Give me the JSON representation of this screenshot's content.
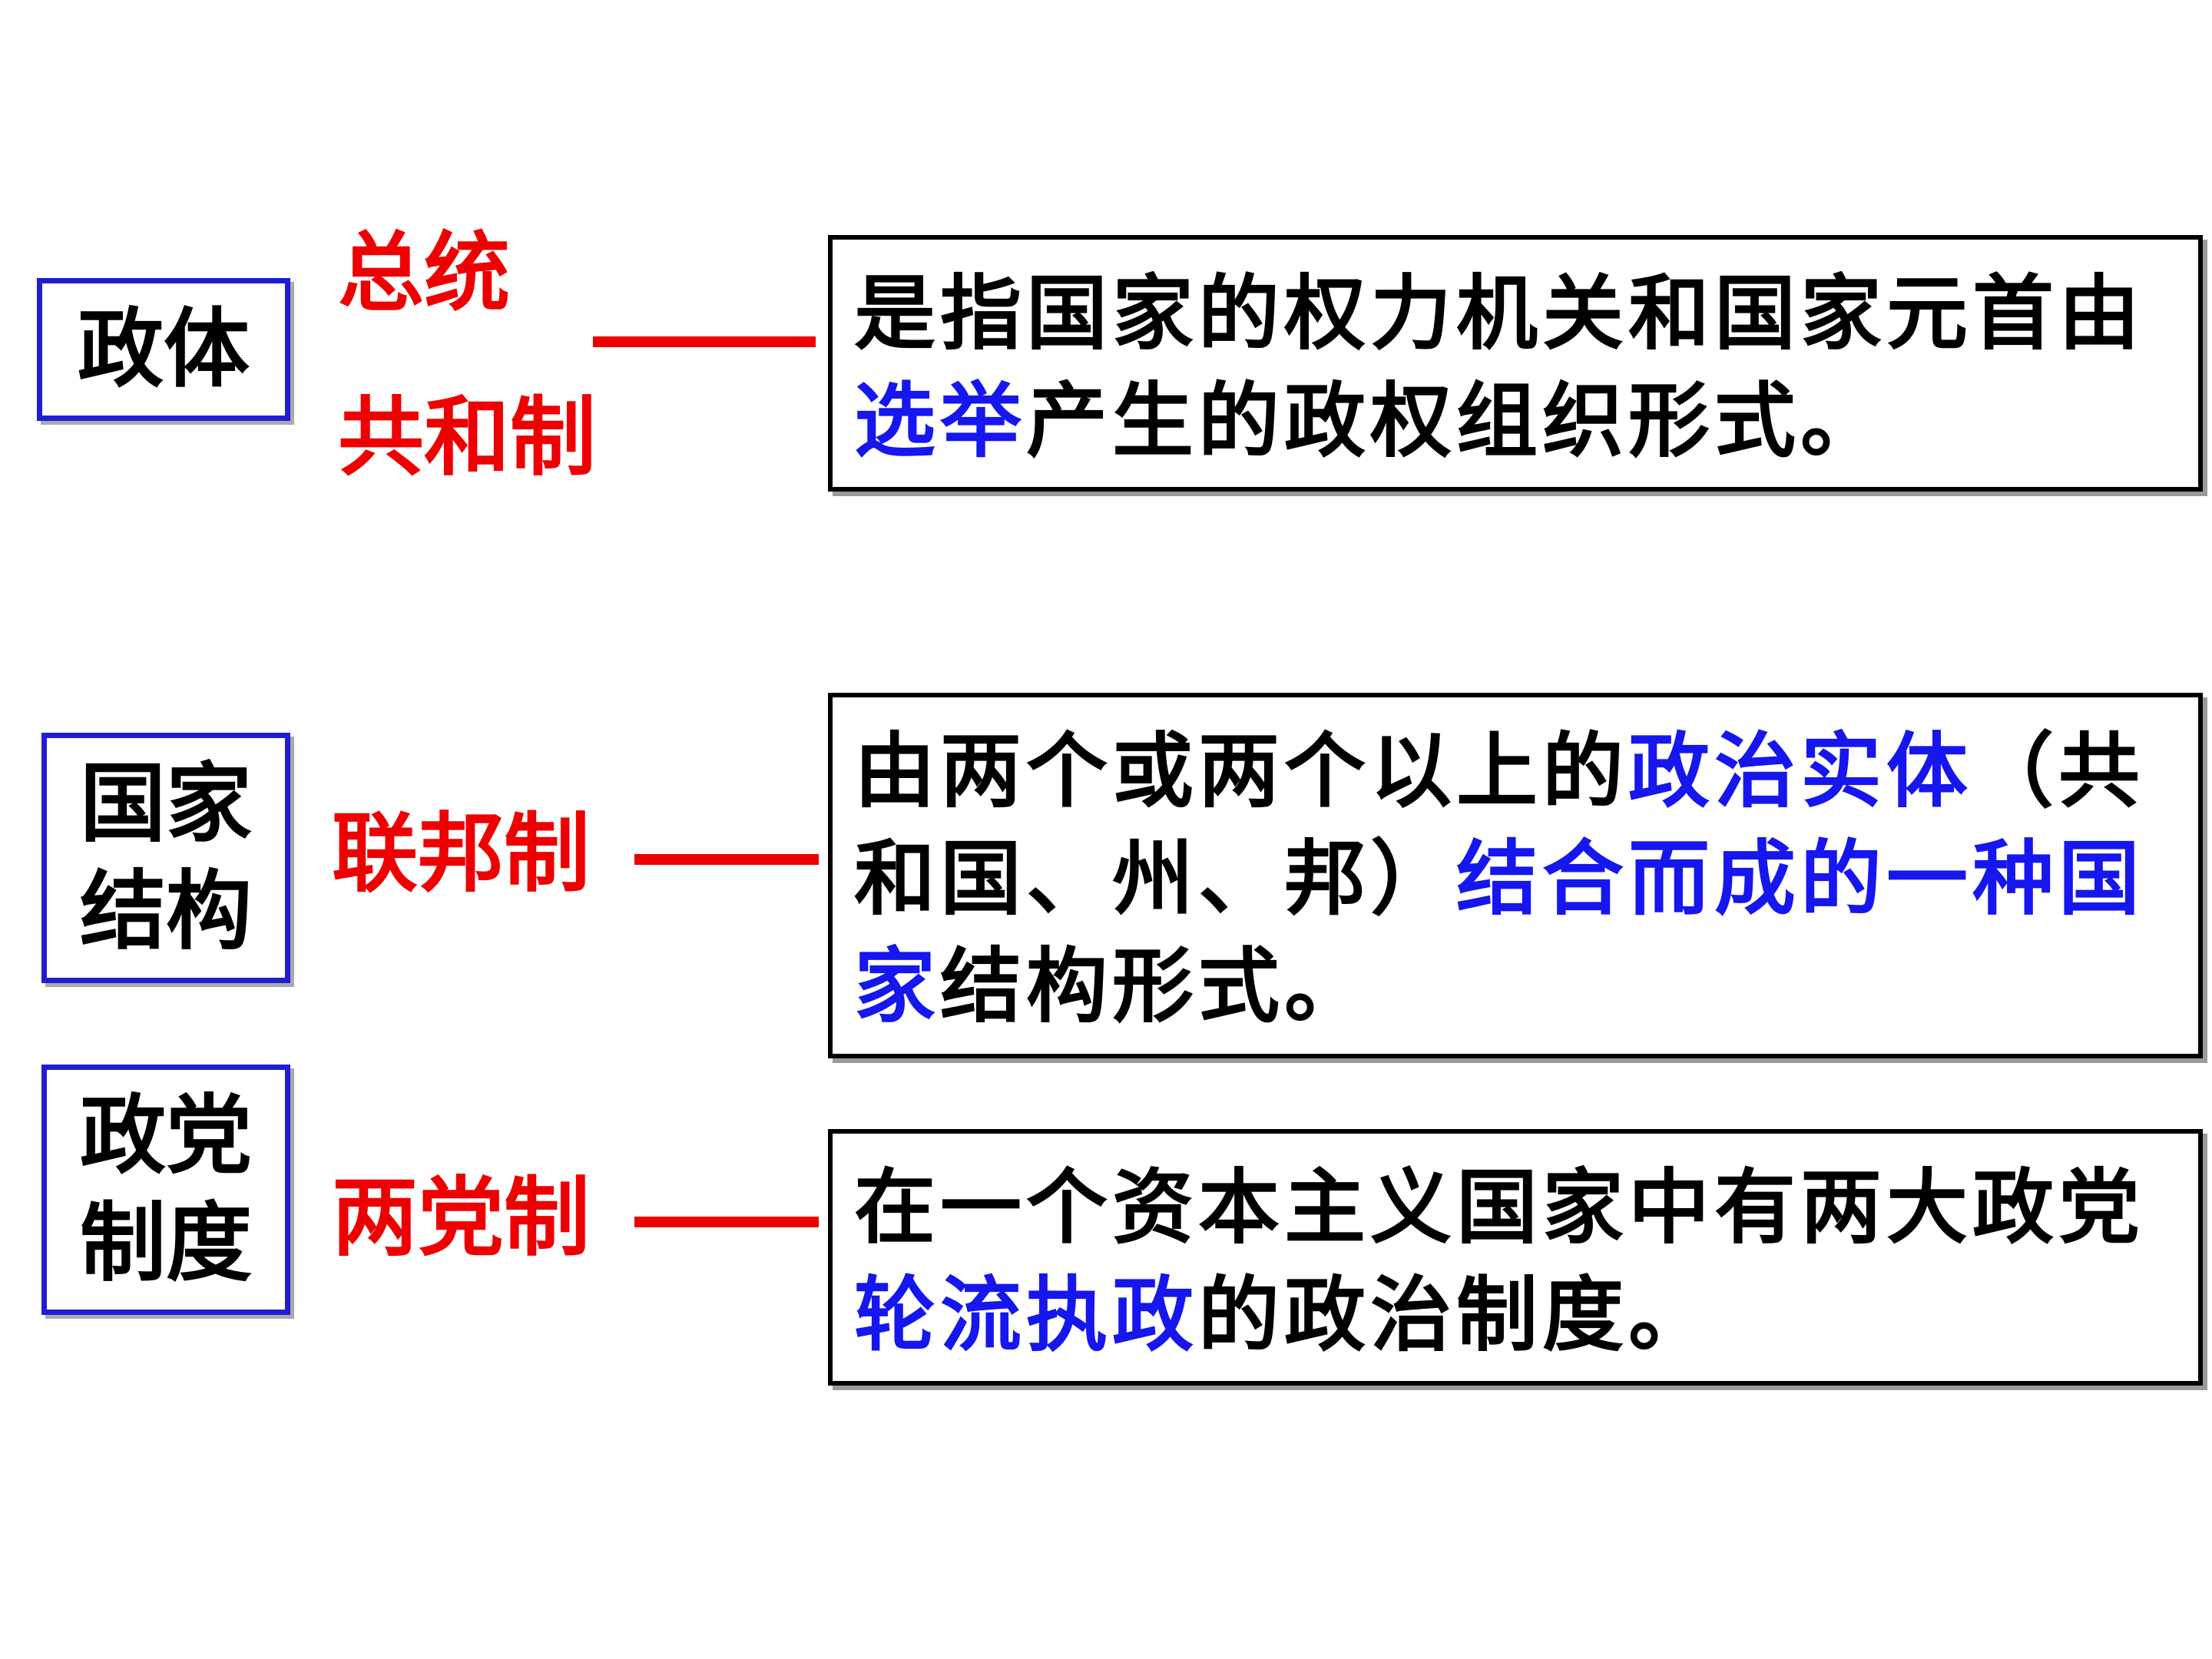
{
  "rows": [
    {
      "category": "政体",
      "terms": [
        "总统",
        "共和制"
      ],
      "definition": [
        {
          "text": "是指国家的权力机关和国家元首由",
          "highlight": false
        },
        {
          "text": "选举",
          "highlight": true
        },
        {
          "text": "产生的政权组织形式。",
          "highlight": false
        }
      ]
    },
    {
      "category": "国家\n结构",
      "terms": [
        "联邦制"
      ],
      "definition": [
        {
          "text": "由两个或两个以上的",
          "highlight": false
        },
        {
          "text": "政治实体",
          "highlight": true
        },
        {
          "text": "（共和国、州、邦）",
          "highlight": false
        },
        {
          "text": "结合而成的一种国家",
          "highlight": true
        },
        {
          "text": "结构形式。",
          "highlight": false
        }
      ]
    },
    {
      "category": "政党\n制度",
      "terms": [
        "两党制"
      ],
      "definition": [
        {
          "text": "在一个资本主义国家中有两大政党",
          "highlight": false
        },
        {
          "text": "轮流执政",
          "highlight": true
        },
        {
          "text": "的政治制度。",
          "highlight": false
        }
      ]
    }
  ],
  "colors": {
    "category_border": "#1e1ed2",
    "term": "#ee0000",
    "connector": "#ee0000",
    "highlight": "#1616ee",
    "definition_border": "#000000"
  }
}
